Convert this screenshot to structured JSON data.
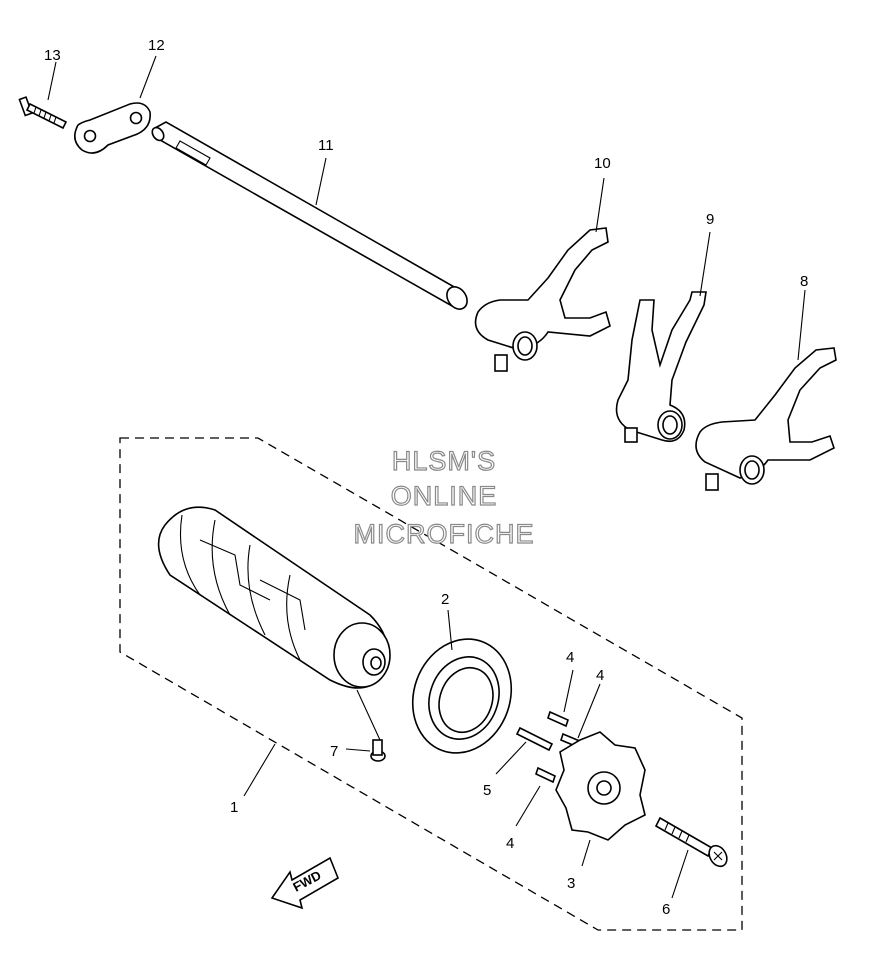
{
  "watermark": {
    "line1": "HLSM'S",
    "line2": "ONLINE",
    "line3": "MICROFICHE"
  },
  "direction_label": "FWD",
  "callouts": {
    "c1": "1",
    "c2": "2",
    "c3": "3",
    "c4a": "4",
    "c4b": "4",
    "c4c": "4",
    "c5": "5",
    "c6": "6",
    "c7": "7",
    "c8": "8",
    "c9": "9",
    "c10": "10",
    "c11": "11",
    "c12": "12",
    "c13": "13"
  }
}
